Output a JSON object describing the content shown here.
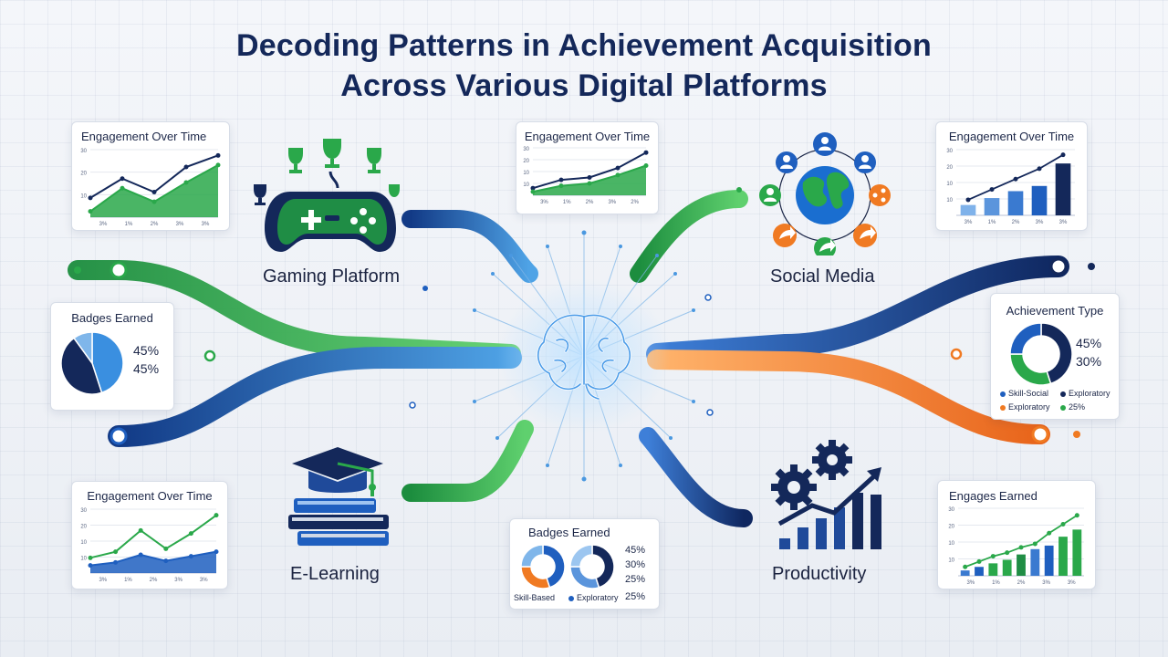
{
  "title_line1": "Decoding Patterns in Achievement Acquisition",
  "title_line2": "Across Various Digital Platforms",
  "platforms": {
    "gaming": "Gaming Platform",
    "social": "Social Media",
    "elearning": "E-Learning",
    "productivity": "Productivity"
  },
  "icons": {
    "gaming": "gamepad-with-trophies-icon",
    "social": "globe-network-icon",
    "elearning": "graduation-cap-books-icon",
    "productivity": "gears-growth-chart-icon",
    "center": "brain-icon"
  },
  "colors": {
    "navy": "#14285a",
    "blue": "#1f5fbf",
    "green": "#2aa84a",
    "orange": "#f07a22"
  },
  "chart_data": [
    {
      "type": "line",
      "title": "Engagement Over Time",
      "yticks": [
        "30",
        "20",
        "10"
      ],
      "xticks": [
        "3%",
        "1%",
        "2%",
        "3%",
        "3%"
      ],
      "series": [
        {
          "values": [
            1.0,
            2.0,
            1.3,
            2.6,
            3.2
          ]
        },
        {
          "values": [
            0.3,
            1.5,
            0.8,
            1.8,
            2.7
          ]
        }
      ]
    },
    {
      "type": "line",
      "title": "Engagement Over Time",
      "yticks": [
        "30",
        "20",
        "10",
        "10"
      ],
      "xticks": [
        "3%",
        "1%",
        "2%",
        "3%",
        "2%"
      ],
      "series": [
        {
          "values": [
            0.6,
            1.3,
            1.5,
            2.3,
            3.6
          ]
        },
        {
          "values": [
            0.3,
            0.8,
            1.0,
            1.7,
            2.5
          ]
        }
      ]
    },
    {
      "type": "bar",
      "title": "Engagement Over Time",
      "yticks": [
        "30",
        "20",
        "10",
        "10"
      ],
      "xticks": [
        "3%",
        "1%",
        "2%",
        "3%",
        "3%"
      ],
      "values": [
        0.6,
        1.0,
        1.4,
        1.7,
        3.0
      ],
      "line": [
        0.9,
        1.5,
        2.1,
        2.7,
        3.5
      ]
    },
    {
      "type": "pie",
      "title": "Badges Earned",
      "labels": [
        "45%",
        "45%"
      ],
      "values": [
        45,
        45,
        10
      ]
    },
    {
      "type": "pie",
      "title": "Achievement Type",
      "labels": [
        "45%",
        "30%"
      ],
      "values": [
        45,
        30,
        25
      ],
      "legend": [
        "Skill-Social",
        "Exploratory",
        "Exploratory",
        "25%"
      ]
    },
    {
      "type": "area",
      "title": "Engagement Over Time",
      "yticks": [
        "30",
        "20",
        "10",
        "10"
      ],
      "xticks": [
        "3%",
        "1%",
        "2%",
        "3%",
        "3%"
      ],
      "series": [
        {
          "values": [
            1.0,
            1.4,
            2.8,
            1.6,
            2.6,
            3.8
          ]
        },
        {
          "values": [
            0.5,
            0.7,
            1.2,
            0.8,
            1.1,
            1.4
          ]
        }
      ]
    },
    {
      "type": "pie",
      "title": "Badges Earned",
      "labels": [
        "45%",
        "30%",
        "25%",
        "25%"
      ],
      "values": [
        45,
        30,
        25
      ],
      "legend": [
        "Skill-Based",
        "Exploratory"
      ]
    },
    {
      "type": "bar",
      "title": "Engages Earned",
      "yticks": [
        "30",
        "20",
        "10",
        "10"
      ],
      "xticks": [
        "3%",
        "1%",
        "2%",
        "3%",
        "3%"
      ],
      "values": [
        0.3,
        0.5,
        0.7,
        0.9,
        1.2,
        1.5,
        1.7,
        2.2,
        2.6
      ],
      "line": [
        0.5,
        0.8,
        1.1,
        1.3,
        1.6,
        1.8,
        2.4,
        2.9,
        3.4
      ]
    }
  ]
}
